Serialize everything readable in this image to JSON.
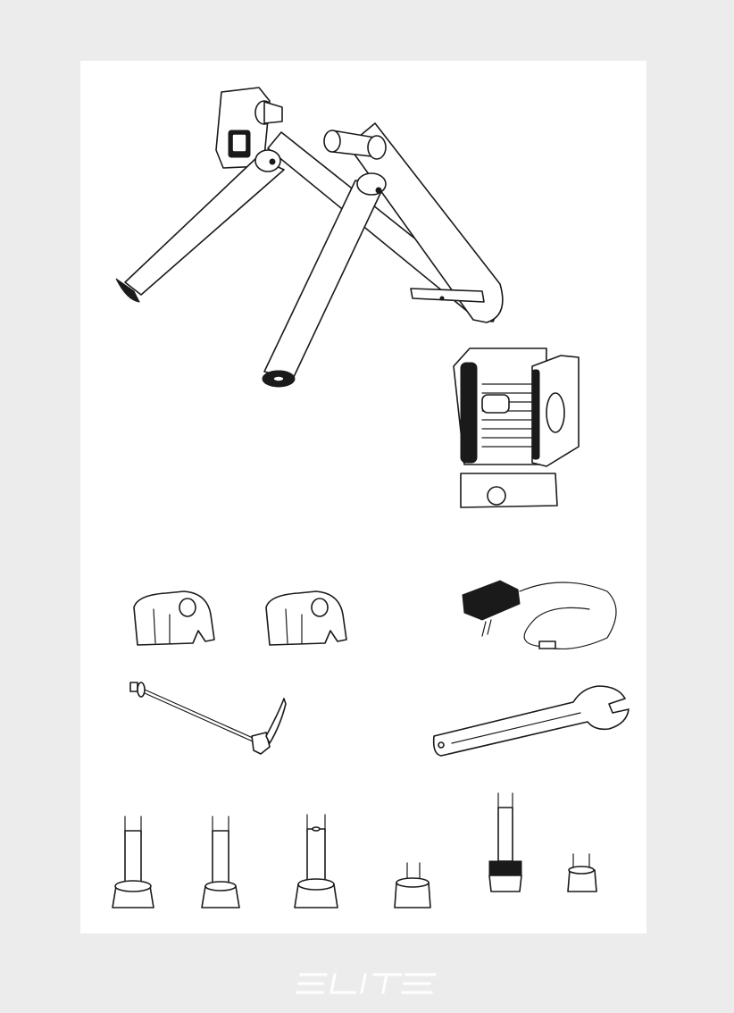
{
  "brand": {
    "name": "ELITE",
    "color": "#ffffff"
  },
  "page": {
    "background": "#ececec",
    "sheet_color": "#ffffff",
    "line_color": "#1a1a1a"
  },
  "parts": [
    {
      "id": "frame",
      "icon": "trainer-frame-icon"
    },
    {
      "id": "unit",
      "icon": "trainer-unit-icon"
    },
    {
      "id": "riser-block-1",
      "icon": "riser-block-icon"
    },
    {
      "id": "riser-block-2",
      "icon": "riser-block-icon"
    },
    {
      "id": "power-adapter",
      "icon": "power-adapter-icon"
    },
    {
      "id": "quick-release",
      "icon": "quick-release-skewer-icon"
    },
    {
      "id": "wrench",
      "icon": "wrench-icon"
    },
    {
      "id": "adapters",
      "icon": "axle-adapter-icon",
      "count": 6
    }
  ]
}
